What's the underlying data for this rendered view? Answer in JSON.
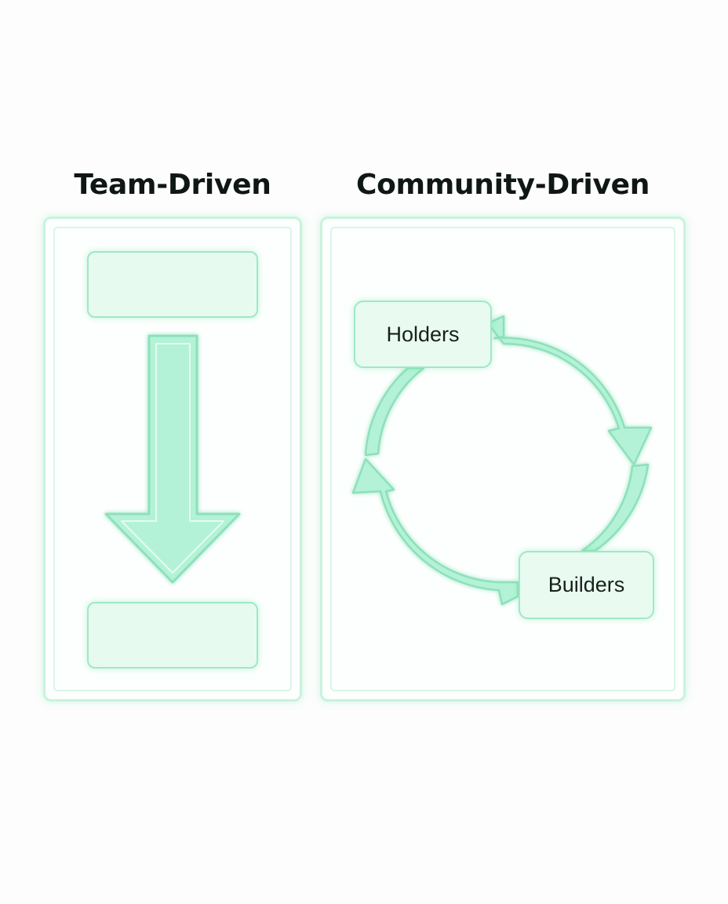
{
  "left": {
    "title": "Team-Driven"
  },
  "right": {
    "title": "Community-Driven",
    "nodes": {
      "holders": "Holders",
      "builders": "Builders"
    }
  },
  "colors": {
    "accent_fill": "#b3f2d6",
    "accent_stroke": "#8ee0bb",
    "panel_border": "#c8f3dd",
    "title_text": "#0f1714"
  }
}
